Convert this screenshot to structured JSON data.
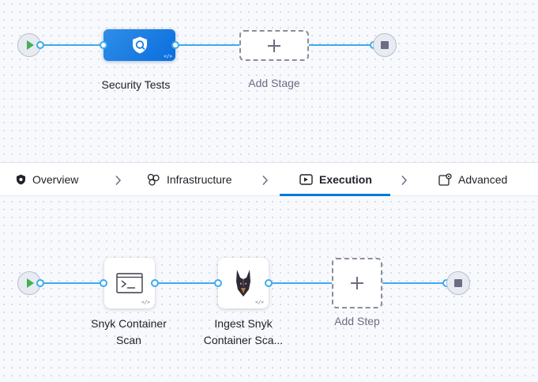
{
  "stage_pipeline": {
    "stage_name": "Security Tests",
    "add_stage_label": "Add Stage"
  },
  "tabs": [
    {
      "label": "Overview",
      "icon": "shield-icon"
    },
    {
      "label": "Infrastructure",
      "icon": "infrastructure-icon"
    },
    {
      "label": "Execution",
      "icon": "execution-icon",
      "active": true
    },
    {
      "label": "Advanced",
      "icon": "advanced-settings-icon"
    }
  ],
  "step_pipeline": {
    "steps": [
      {
        "line1": "Snyk Container",
        "line2": "Scan",
        "icon": "terminal-icon"
      },
      {
        "line1": "Ingest Snyk",
        "line2": "Container Sca...",
        "icon": "doberman-icon"
      }
    ],
    "add_step_label": "Add Step"
  },
  "colors": {
    "accent": "#0278d5",
    "link": "#3dabf0",
    "stage_fill": "#1a7fe3",
    "start": "#42b153",
    "stop": "#6b6d85"
  }
}
